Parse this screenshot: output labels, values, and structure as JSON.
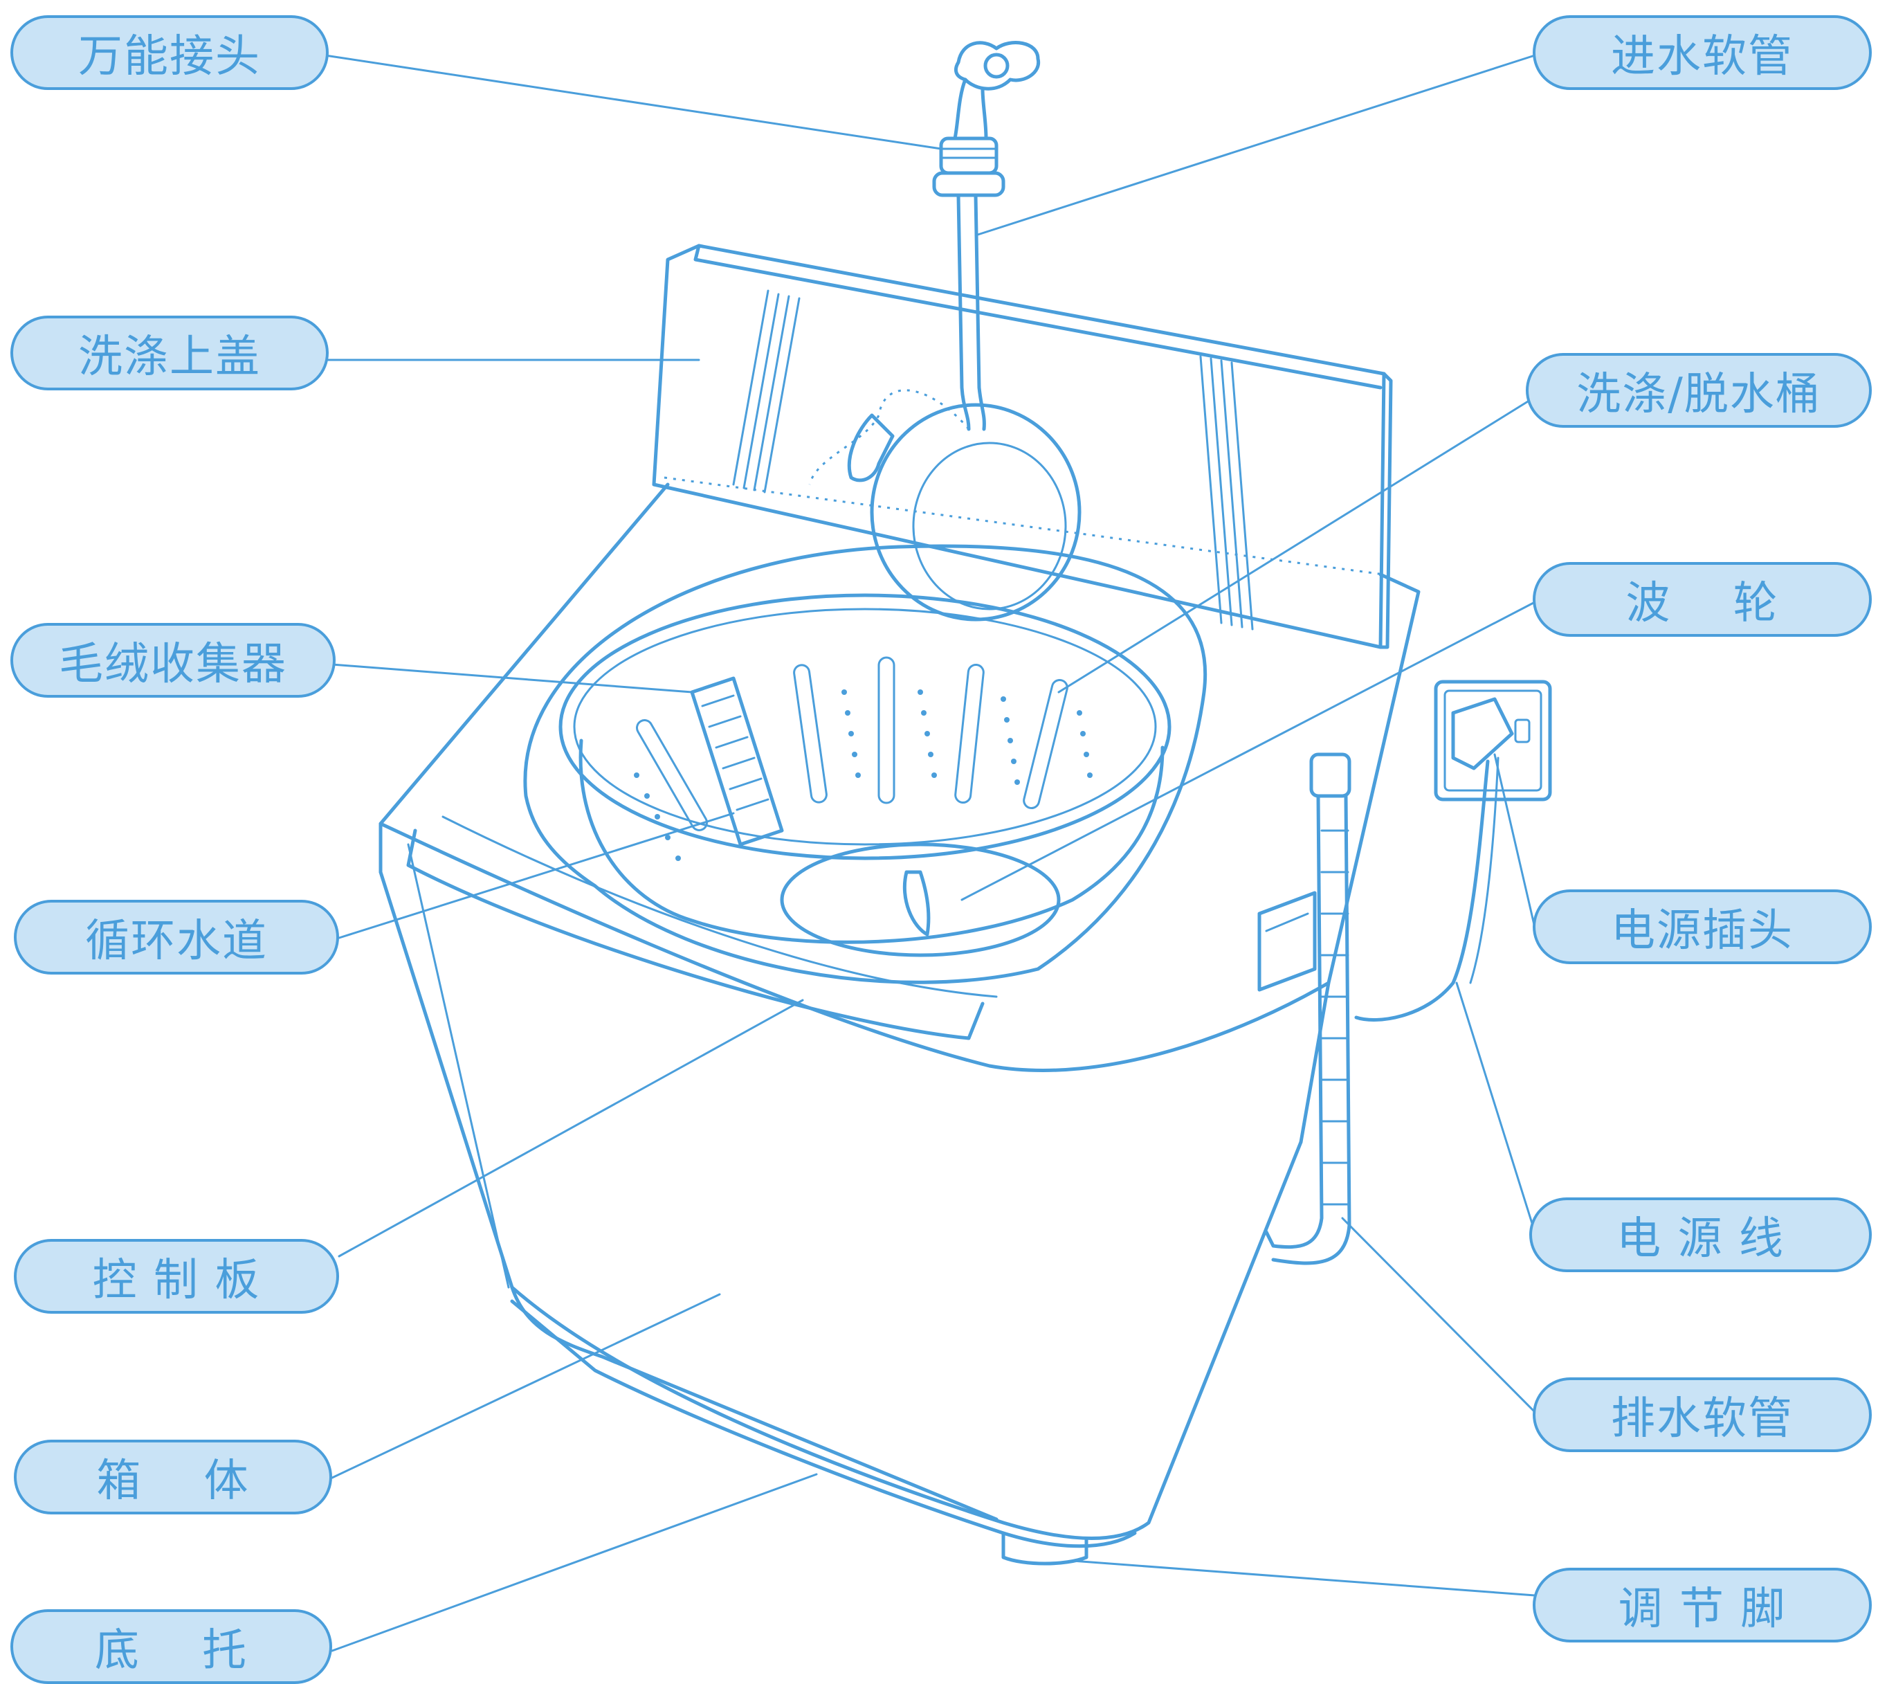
{
  "diagram": {
    "labels": {
      "universal_connector": "万能接头",
      "inlet_hose": "进水软管",
      "wash_lid": "洗涤上盖",
      "wash_spin_tub": "洗涤/脱水桶",
      "pulsator": "波    轮",
      "lint_collector": "毛绒收集器",
      "power_plug": "电源插头",
      "circulation_channel": "循环水道",
      "power_cord": "电 源 线",
      "control_panel": "控 制 板",
      "drain_hose": "排水软管",
      "cabinet": "箱    体",
      "adjustable_foot": "调 节 脚",
      "base": "底    托"
    },
    "colors": {
      "line": "#4a9edb",
      "label_fill": "#c9e3f6",
      "label_text": "#4a9edb"
    }
  }
}
